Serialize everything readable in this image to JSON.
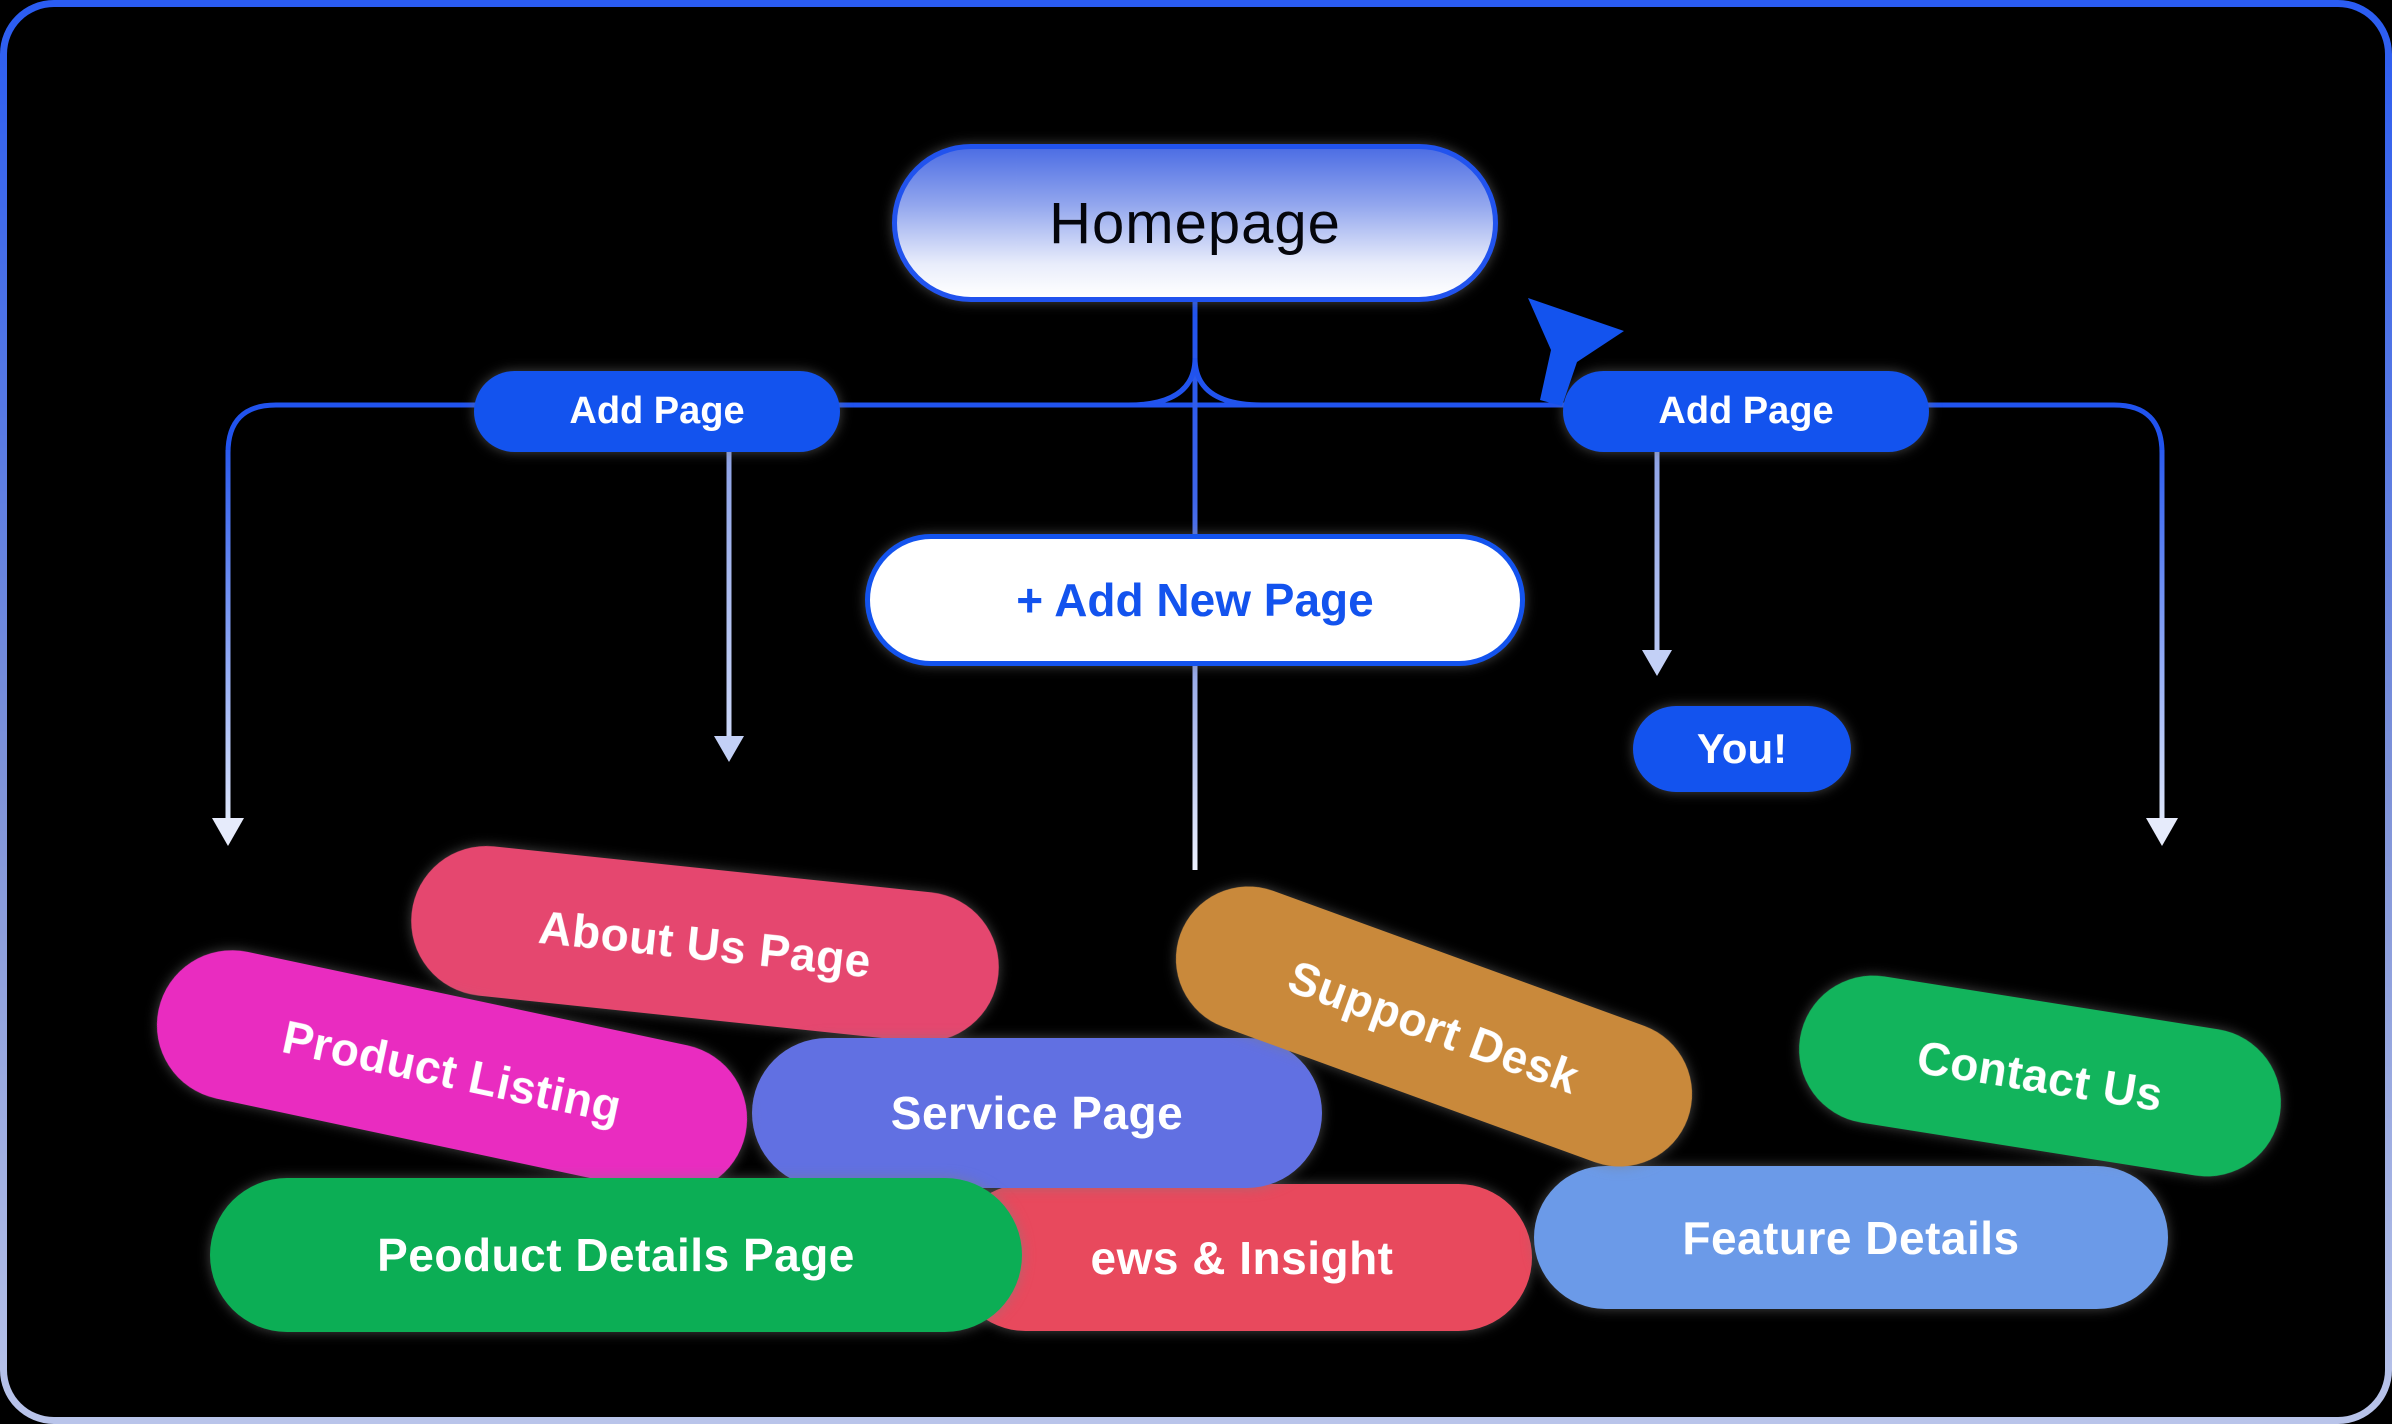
{
  "frame": {
    "background": "#000000",
    "border_gradient_top": "#2a5cf2",
    "border_gradient_bottom": "#b9c4ea"
  },
  "palette": {
    "primary_blue": "#1353ee",
    "connector_blue": "#2153ee",
    "connector_light": "#e8edfc",
    "arrow_lavender": "#c3d0f6"
  },
  "nodes": {
    "homepage": {
      "label": "Homepage",
      "fill_top": "#4e6fe4",
      "fill_bottom": "#ffffff",
      "border": "#2153ee",
      "text_color": "#05060c"
    },
    "add_page_left": {
      "label": "Add Page",
      "fill": "#1353ee",
      "text_color": "#ffffff"
    },
    "add_page_right": {
      "label": "Add Page",
      "fill": "#1353ee",
      "text_color": "#ffffff"
    },
    "add_new_page": {
      "label": "+ Add New Page",
      "fill": "#ffffff",
      "border": "#1353ee",
      "text_color": "#1353ee"
    },
    "you": {
      "label": "You!",
      "fill": "#1353ee",
      "text_color": "#ffffff"
    }
  },
  "pages": [
    {
      "id": "about-us",
      "label": "About Us Page",
      "color": "#e5476f",
      "rotation_deg": 6
    },
    {
      "id": "product-listing",
      "label": "Product Listing",
      "color": "#e92cc0",
      "rotation_deg": 12
    },
    {
      "id": "service-page",
      "label": "Service Page",
      "color": "#6170e2",
      "rotation_deg": 0
    },
    {
      "id": "support-desk",
      "label": "Support Desk",
      "color": "#c9893b",
      "rotation_deg": 20
    },
    {
      "id": "contact-us",
      "label": "Contact Us",
      "color": "#12b45c",
      "rotation_deg": 9
    },
    {
      "id": "product-details",
      "label": "Peoduct Details Page",
      "color": "#0cae55",
      "rotation_deg": 0
    },
    {
      "id": "news-insight",
      "label": "ews & Insight",
      "color": "#e8495d",
      "rotation_deg": 0
    },
    {
      "id": "feature-details",
      "label": "Feature Details",
      "color": "#6b9ae8",
      "rotation_deg": 0
    }
  ],
  "cursor": {
    "color": "#1353ee"
  }
}
